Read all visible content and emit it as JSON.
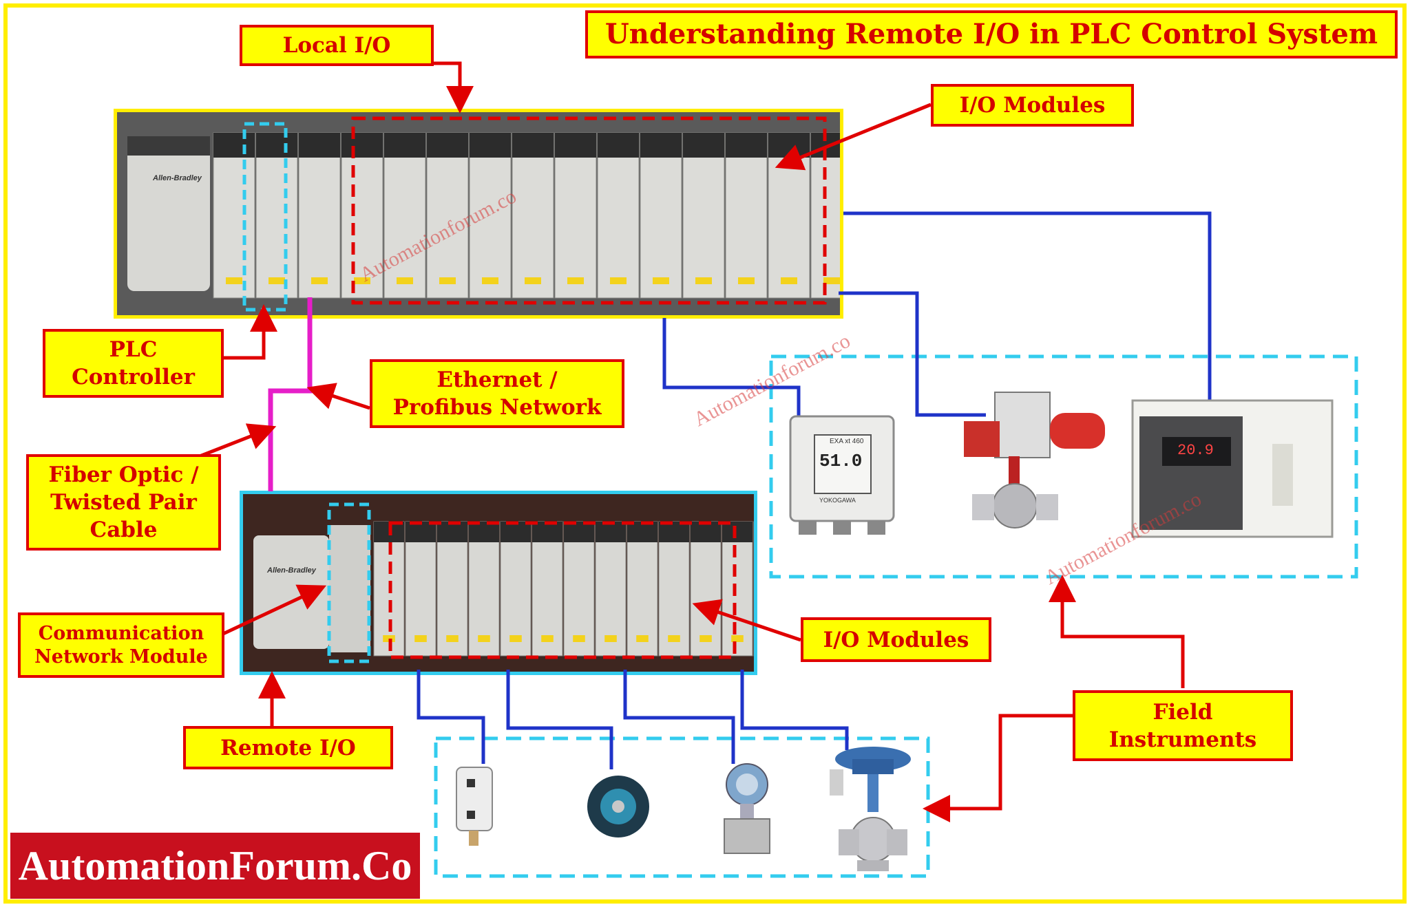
{
  "title": "Understanding Remote I/O in PLC Control System",
  "labels": {
    "local_io": "Local I/O",
    "io_modules_local": "I/O Modules",
    "plc_controller": "PLC\nController",
    "ethernet_network": "Ethernet /\nProfibus Network",
    "fiber_cable": "Fiber Optic /\nTwisted Pair\nCable",
    "comm_module": "Communication\nNetwork Module",
    "io_modules_remote": "I/O Modules",
    "remote_io": "Remote I/O",
    "field_instruments": "Field\nInstruments"
  },
  "brand": "AutomationForum.Co",
  "watermark": "Automationforum.co",
  "rack_brand": "Allen-Bradley",
  "device_text": {
    "analyzer_display": "51.0",
    "analyzer_model": "EXA xt 460",
    "analyzer_brand": "YOKOGAWA",
    "oxygen_display": "20.9"
  },
  "colors": {
    "label_fill": "#ffff00",
    "label_border": "#e00000",
    "label_text": "#d40000",
    "arrow": "#e00000",
    "signal_wire": "#1f33c8",
    "network_cable": "#e61ec8",
    "dashed_local_modules": "#e00000",
    "dashed_comm": "#33ccee",
    "brand_fill": "#c8101e"
  }
}
